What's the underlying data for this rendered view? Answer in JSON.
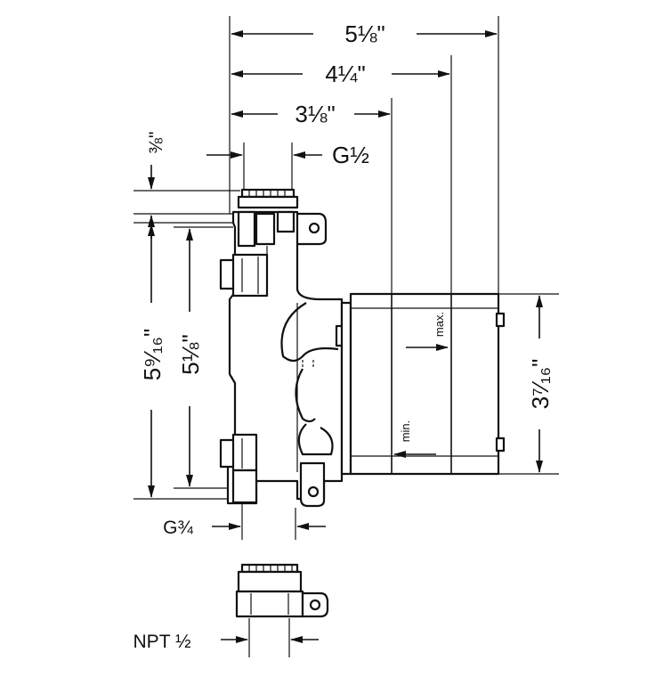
{
  "dimensions": {
    "overall_width": "5⅛\"",
    "body_width_max": "4¼\"",
    "body_width_min": "3⅛\"",
    "top_outlet_thread": "G½",
    "top_offset": "⅜\"",
    "inlet_height": "5⁹⁄₁₆\"",
    "mount_height": "5⅛\"",
    "cartridge_height": "3⁷⁄₁₆\"",
    "bottom_inlet_thread": "G¾",
    "adapter_thread": "NPT ½"
  },
  "notes": {
    "max": "max.",
    "min": "min."
  }
}
